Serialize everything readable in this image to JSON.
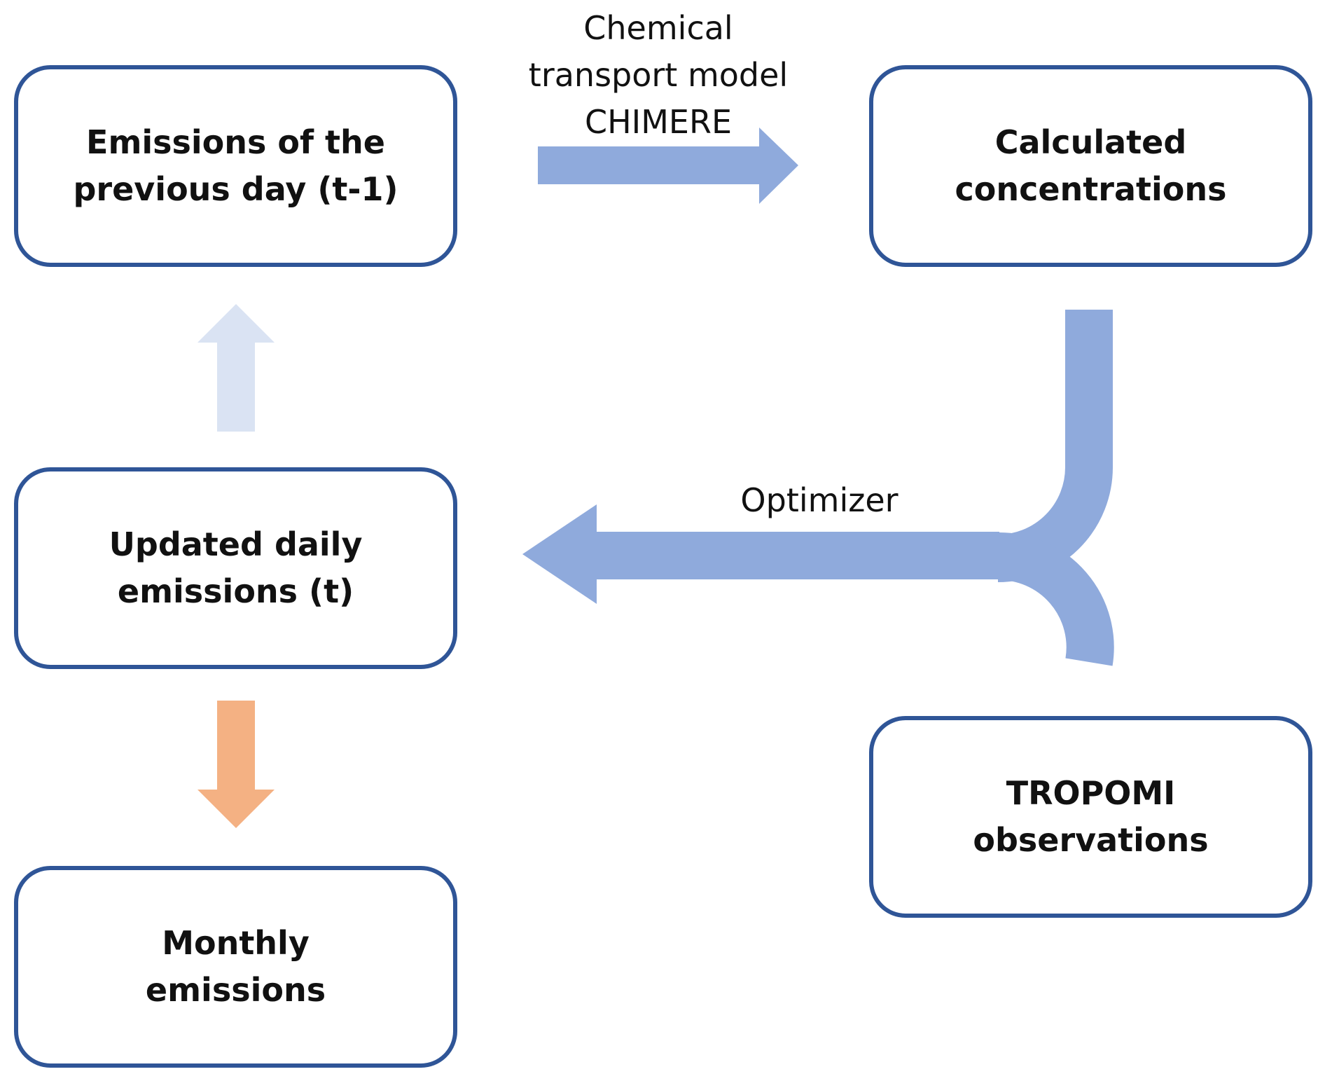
{
  "diagram": {
    "nodes": {
      "previous_emissions": "Emissions of the\nprevious day (t-1)",
      "calculated_concentrations": "Calculated\nconcentrations",
      "updated_emissions": "Updated daily\nemissions (t)",
      "tropomi": "TROPOMI\nobservations",
      "monthly": "Monthly\nemissions"
    },
    "edge_labels": {
      "ctm": "Chemical\ntransport model\nCHIMERE",
      "optimizer": "Optimizer"
    },
    "colors": {
      "box_border": "#2f5597",
      "arrow_main": "#8faadc",
      "arrow_light": "#dae3f3",
      "arrow_orange": "#f4b183"
    }
  }
}
